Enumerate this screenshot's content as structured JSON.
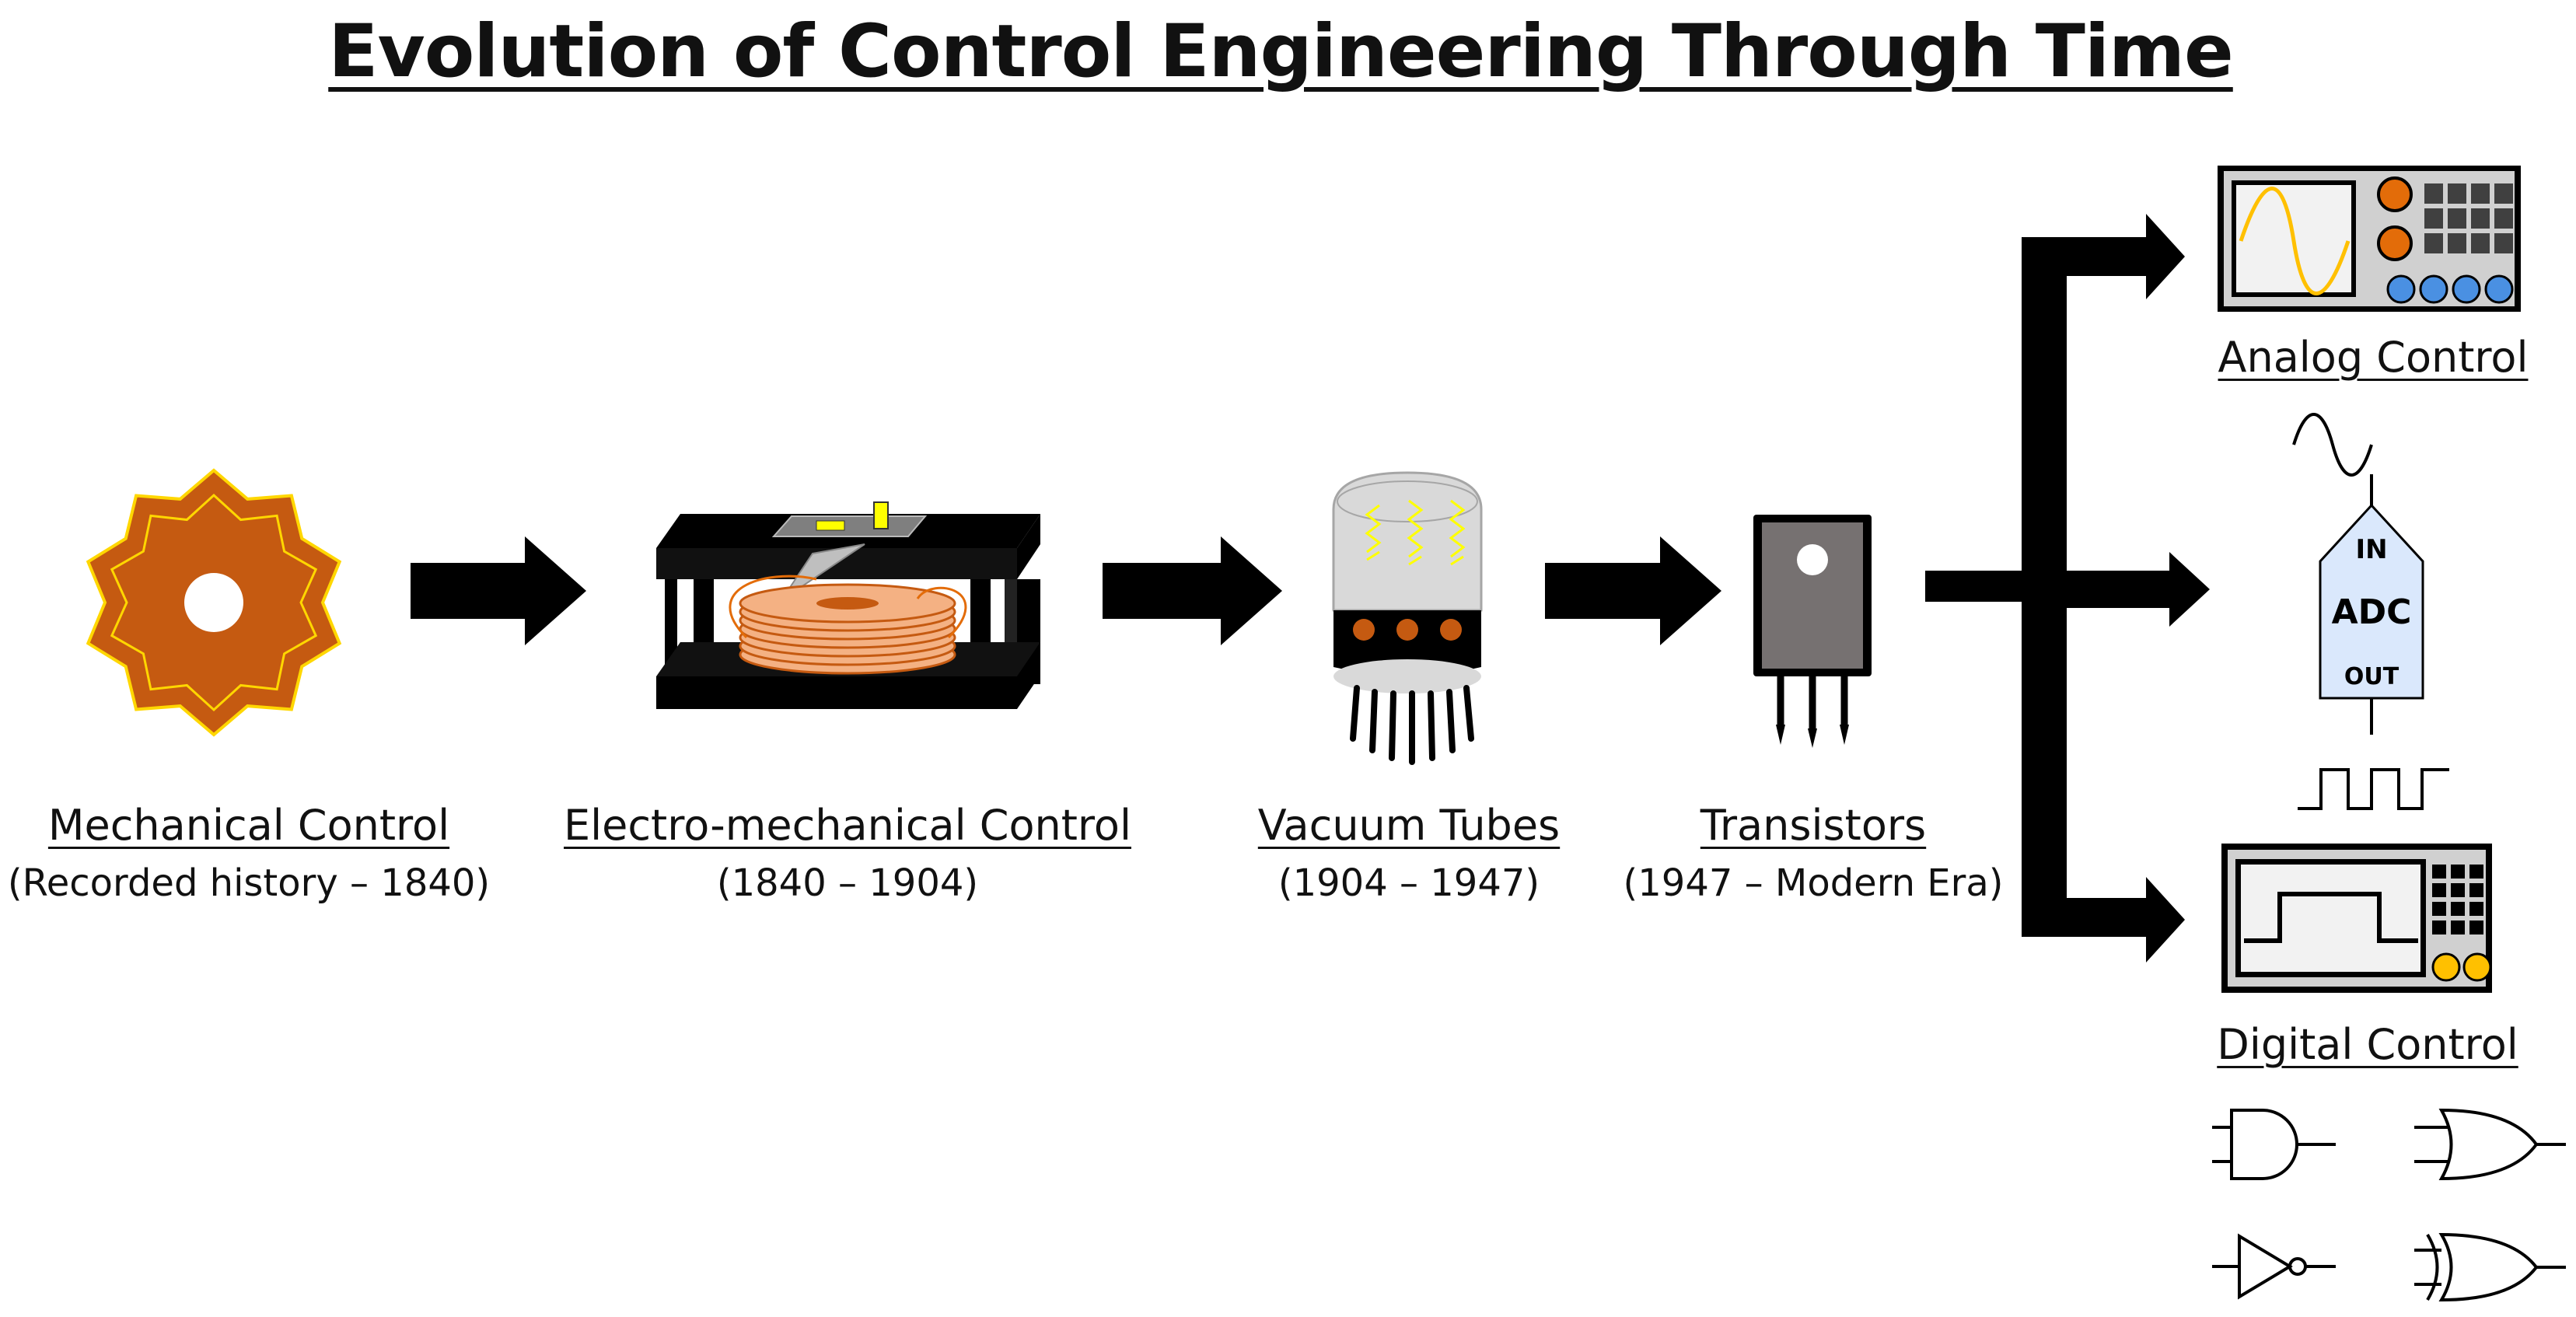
{
  "title": "Evolution of Control Engineering Through Time",
  "stages": [
    {
      "label": "Mechanical Control",
      "era": "(Recorded  history – 1840)",
      "icon": "gear-icon"
    },
    {
      "label": "Electro-mechanical Control",
      "era": "(1840 – 1904)",
      "icon": "relay-icon"
    },
    {
      "label": "Vacuum Tubes",
      "era": "(1904 – 1947)",
      "icon": "vacuum-tube-icon"
    },
    {
      "label": "Transistors",
      "era": "(1947 – Modern Era)",
      "icon": "transistor-icon"
    }
  ],
  "branches": {
    "analog": {
      "label": "Analog Control",
      "icon": "oscilloscope-icon"
    },
    "adc": {
      "in": "IN",
      "name": "ADC",
      "out": "OUT"
    },
    "digital": {
      "label": "Digital Control",
      "icon": "digital-scope-icon"
    }
  },
  "colors": {
    "gear": "#c55a11",
    "gear_outline": "#ffd700",
    "device_gray": "#d0d0d0",
    "screen": "#f2f2f2",
    "knob_orange": "#e36c09",
    "knob_blue": "#4a90e2",
    "knob_yellow": "#ffc000",
    "adc_fill": "#dae8fc",
    "arrow": "#000000"
  }
}
